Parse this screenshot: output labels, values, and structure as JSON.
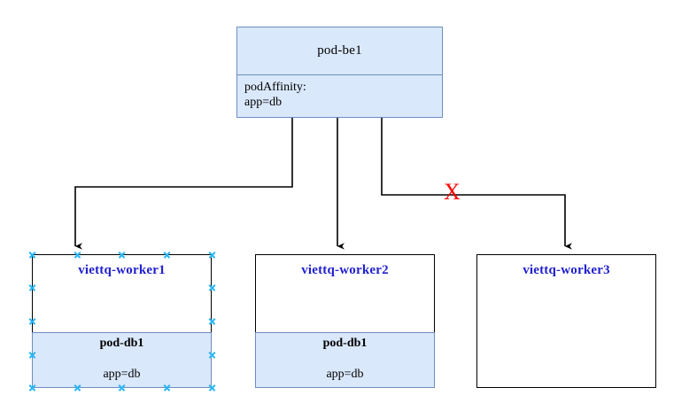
{
  "diagram": {
    "title_node": {
      "name": "pod-be1",
      "affinity_line1": "podAffinity:",
      "affinity_line2": "app=db"
    },
    "workers": [
      {
        "id": "worker1",
        "label": "viettq-worker1",
        "selected": true,
        "pod": {
          "name": "pod-db1",
          "label": "app=db"
        }
      },
      {
        "id": "worker2",
        "label": "viettq-worker2",
        "selected": false,
        "pod": {
          "name": "pod-db1",
          "label": "app=db"
        }
      },
      {
        "id": "worker3",
        "label": "viettq-worker3",
        "selected": false,
        "pod": null
      }
    ],
    "blocked_marker": "X",
    "colors": {
      "pod_fill": "#dae8fc",
      "pod_stroke": "#6c8ebf",
      "worker_stroke": "#000000",
      "worker_label": "#2020d0",
      "blocked": "#ff0000",
      "selection_handle": "#29b6f6",
      "background": "#ffffff"
    }
  }
}
